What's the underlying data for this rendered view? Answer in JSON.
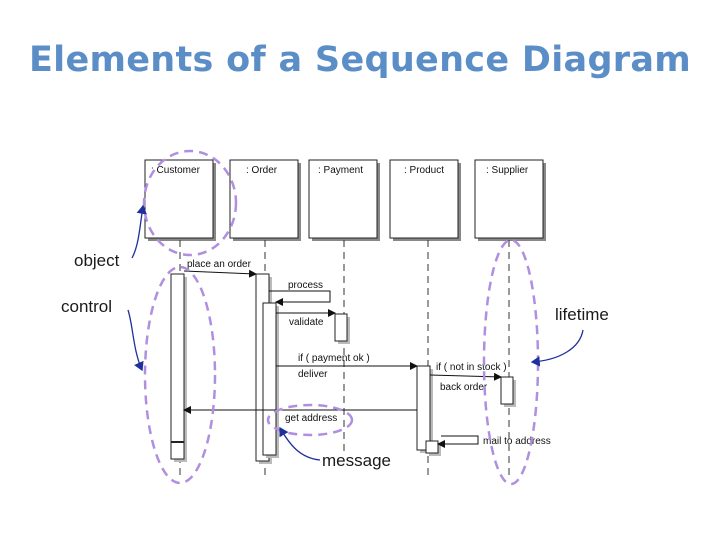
{
  "slide": {
    "title": "Elements of a Sequence Diagram"
  },
  "diagram": {
    "objects": [
      ": Customer",
      ": Order",
      ": Payment",
      ": Product",
      ": Supplier"
    ],
    "messages": {
      "place_order": "place an order",
      "process": "process",
      "validate": "validate",
      "if_payment": "if ( payment ok )",
      "deliver": "deliver",
      "if_not_in_stock": "if ( not in stock )",
      "back_order": "back order",
      "get_address": "get address",
      "mail_to_address": "mail to address"
    }
  },
  "annotations": {
    "object": "object",
    "control": "control",
    "lifetime": "lifetime",
    "message": "message"
  },
  "colors": {
    "title": "#5b8ec7",
    "highlight": "#b08fe0",
    "annotation_arrow": "#1f2f9c"
  }
}
